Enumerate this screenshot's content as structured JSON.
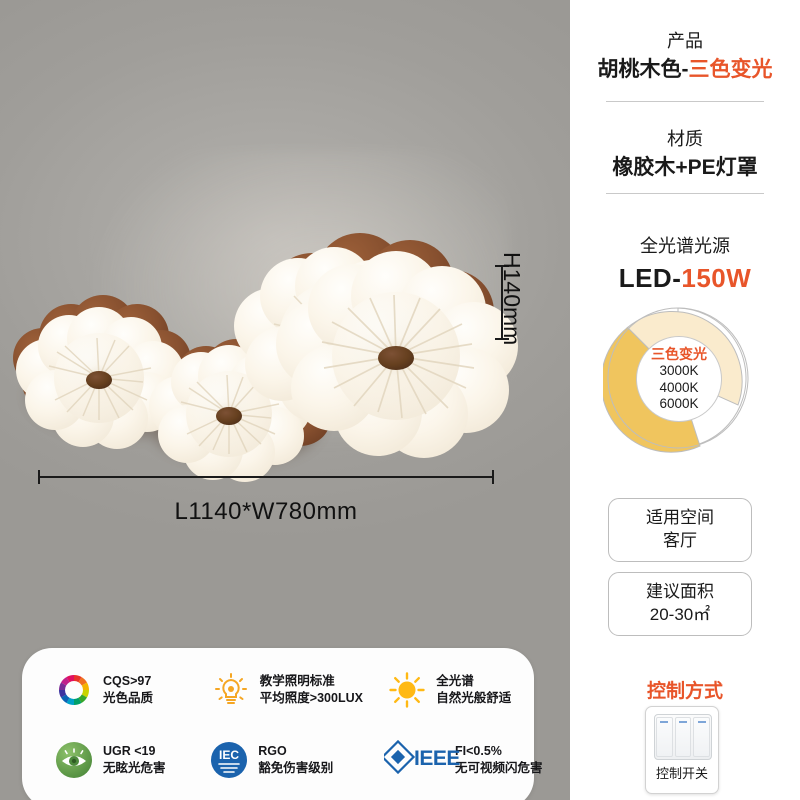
{
  "stage": {
    "dimensions": {
      "width_label": "L1140*W780mm",
      "height_label": "H140mm"
    }
  },
  "badges": {
    "rows": [
      [
        {
          "icon": "color-wheel-icon",
          "line1": "CQS>97",
          "line2": "光色品质"
        },
        {
          "icon": "lightbulb-icon",
          "line1": "教学照明标准",
          "line2": "平均照度>300LUX"
        },
        {
          "icon": "sun-icon",
          "line1": "全光谱",
          "line2": "自然光般舒适"
        }
      ],
      [
        {
          "icon": "eye-icon",
          "line1": "UGR <19",
          "line2": "无眩光危害"
        },
        {
          "icon": "iec-logo-icon",
          "line1": "RGO",
          "line2": "豁免伤害级别"
        },
        {
          "icon": "ieee-logo-icon",
          "line1": "FI<0.5%",
          "line2": "无可视频闪危害"
        }
      ]
    ]
  },
  "panel": {
    "product": {
      "title": "产品",
      "value_prefix": "胡桃木色-",
      "value_accent": "三色变光"
    },
    "material": {
      "title": "材质",
      "value": "橡胶木+PE灯罩"
    },
    "light_source": {
      "title": "全光谱光源",
      "value_prefix": "LED-",
      "value_accent": "150W"
    },
    "color_temp": {
      "center_title": "三色变光",
      "temps": [
        "3000K",
        "4000K",
        "6000K"
      ],
      "segments": [
        {
          "name": "warm-3000k",
          "color": "#f0c55e"
        },
        {
          "name": "neutral-4000k",
          "color": "#faebcd"
        },
        {
          "name": "cool-6000k",
          "color": "#ffffff"
        }
      ]
    },
    "space": {
      "title": "适用空间",
      "value": "客厅"
    },
    "area": {
      "title": "建议面积",
      "value": "20-30㎡"
    },
    "control": {
      "title": "控制方式",
      "switch_label": "控制开关"
    }
  },
  "colors": {
    "accent": "#e8552a",
    "background_gray": "#a5a3a0",
    "wood": "#8a5433",
    "shade": "#fbf6ec"
  }
}
